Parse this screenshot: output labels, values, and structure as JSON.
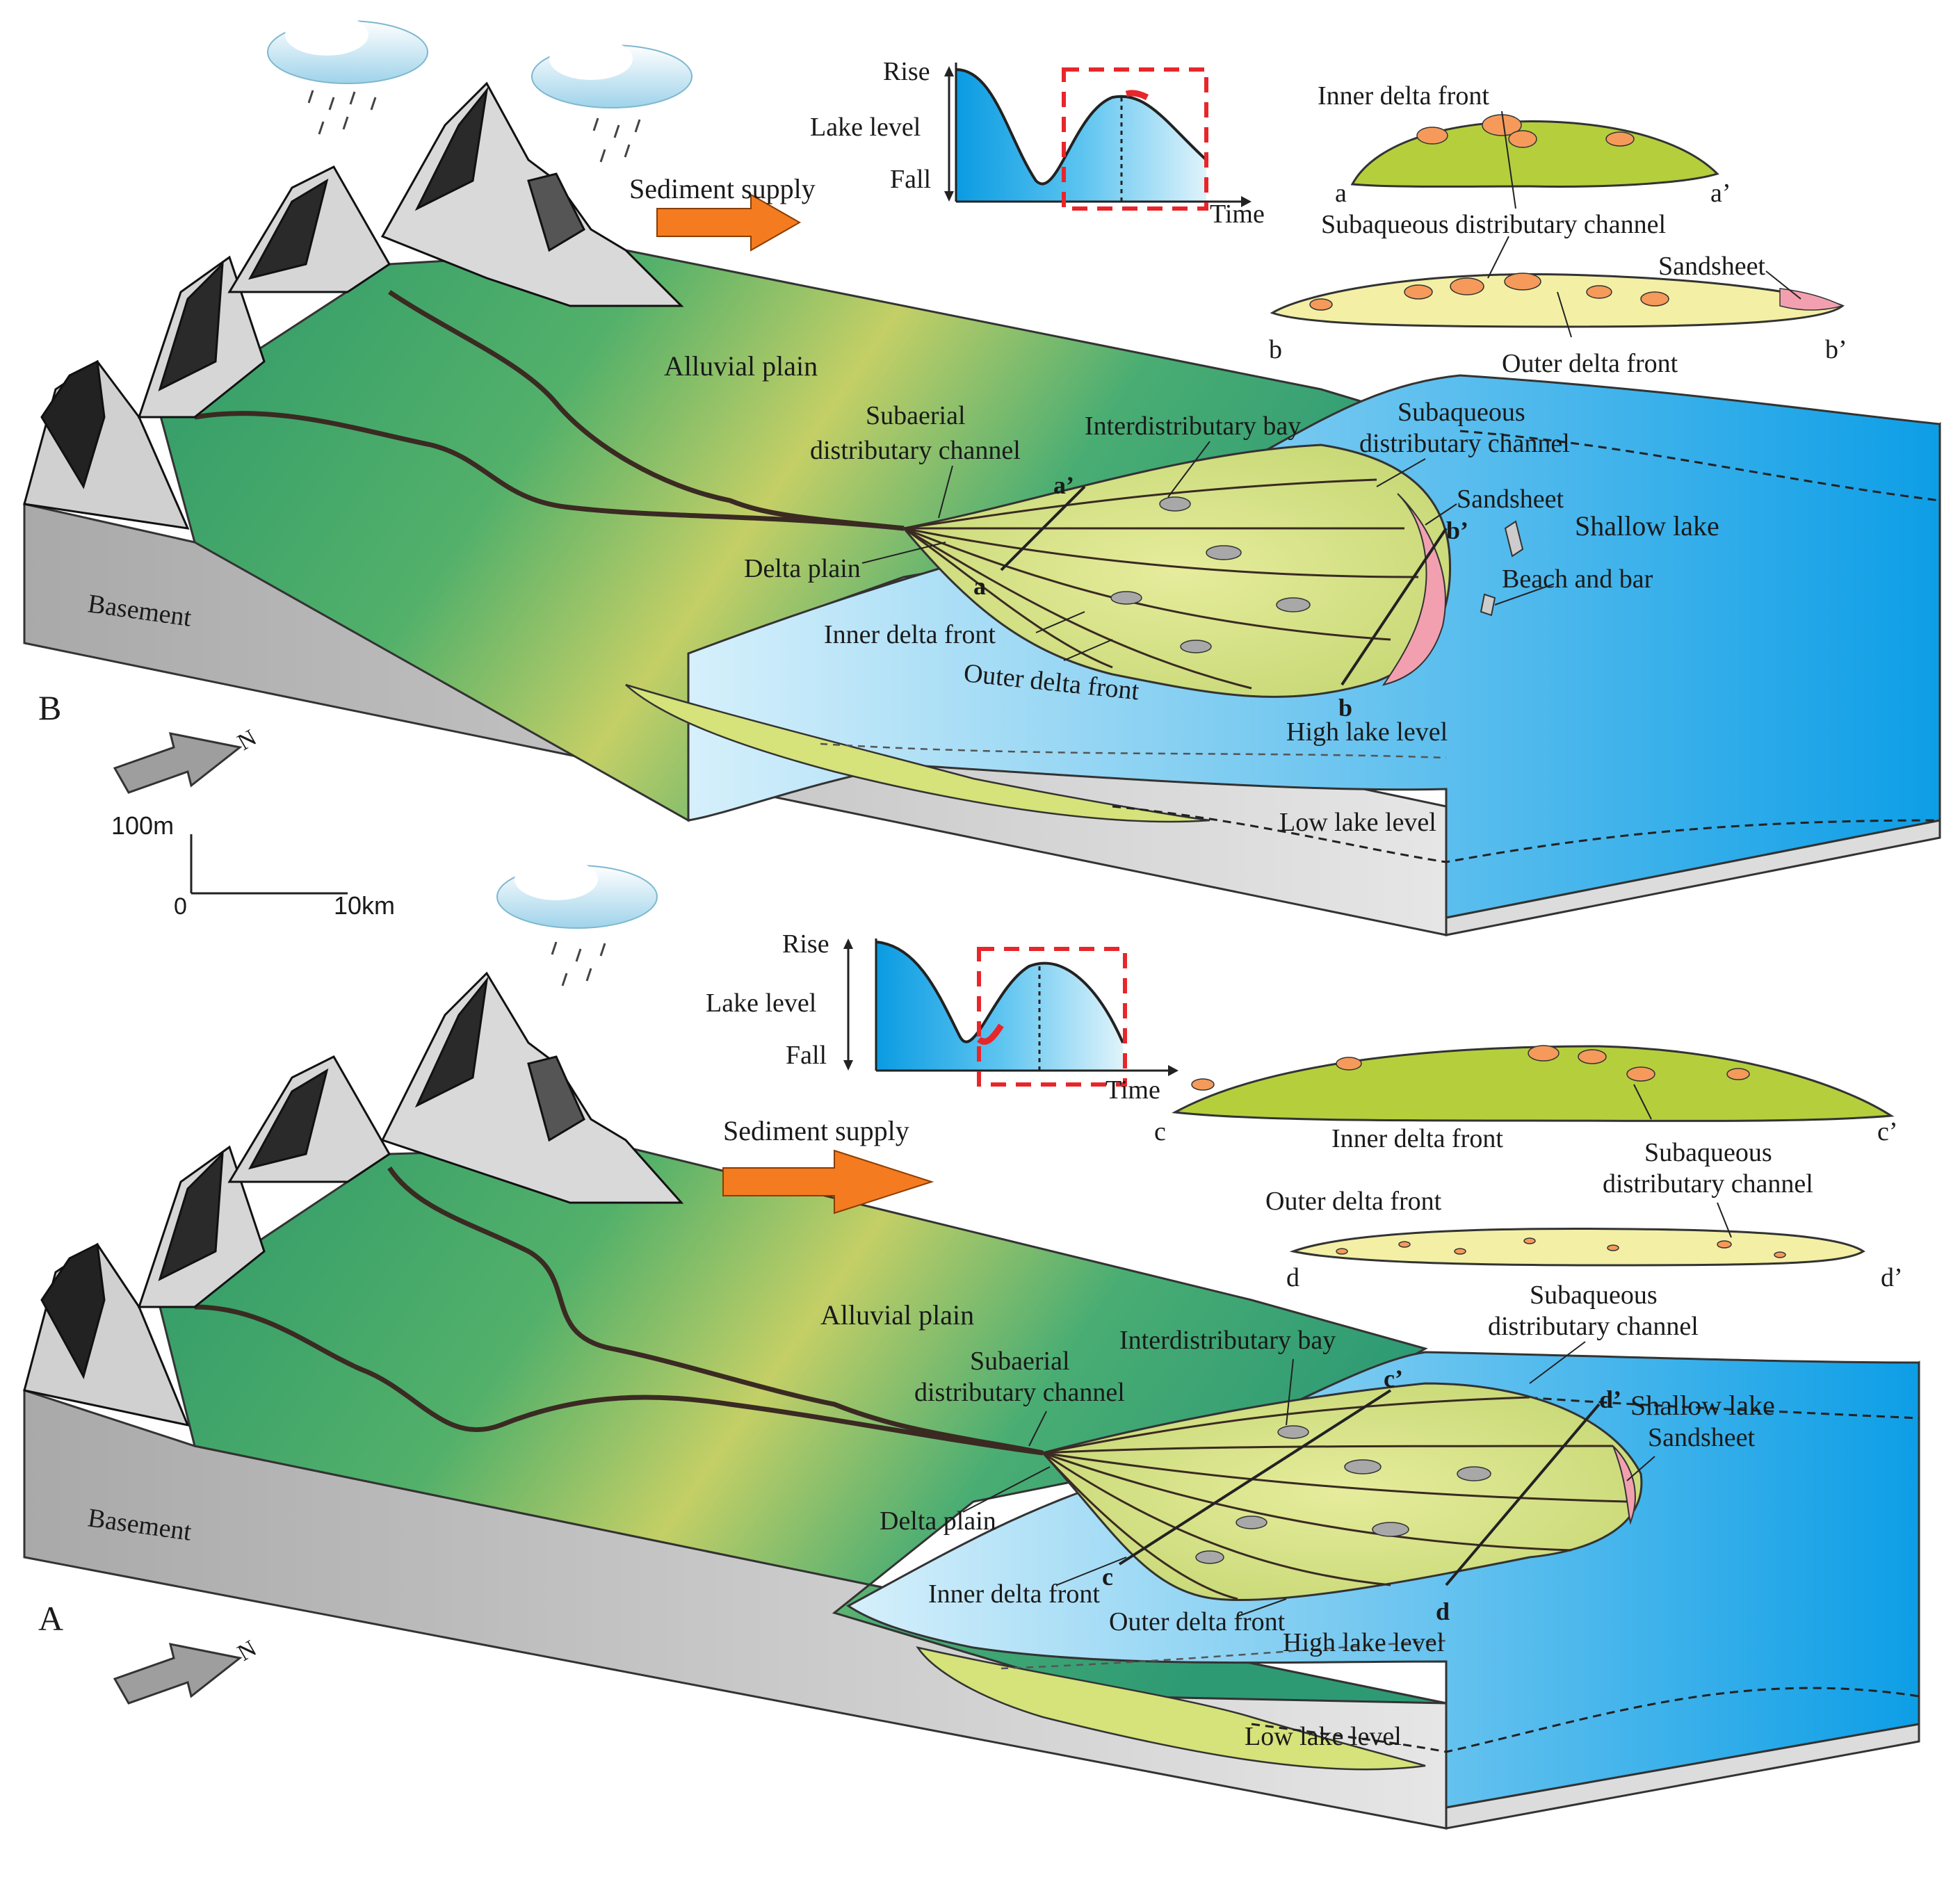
{
  "panel_b": {
    "panel_letter": "B",
    "lake_level_curve": {
      "rise": "Rise",
      "lake_level": "Lake level",
      "fall": "Fall",
      "time": "Time"
    },
    "sediment_supply": "Sediment supply",
    "labels": {
      "alluvial_plain": "Alluvial plain",
      "subaerial_channel_1": "Subaerial",
      "subaerial_channel_2": "distributary channel",
      "interdistributary_bay": "Interdistributary bay",
      "subaqueous_channel_1": "Subaqueous",
      "subaqueous_channel_2": "distributary channel",
      "sandsheet": "Sandsheet",
      "shallow_lake": "Shallow lake",
      "beach_and_bar": "Beach and bar",
      "delta_plain": "Delta plain",
      "inner_delta_front": "Inner delta front",
      "outer_delta_front": "Outer delta front",
      "high_lake_level": "High lake level",
      "low_lake_level": "Low lake level",
      "basement": "Basement",
      "point_a": "a",
      "point_a_prime": "a’",
      "point_b": "b",
      "point_b_prime": "b’"
    },
    "section_aa": {
      "title": "Inner delta front",
      "left": "a",
      "right": "a’",
      "channel": "Subaqueous distributary channel"
    },
    "section_bb": {
      "sandsheet": "Sandsheet",
      "left": "b",
      "right": "b’",
      "outer": "Outer delta front"
    }
  },
  "scale_bar": {
    "vertical": "100m",
    "origin": "0",
    "horizontal": "10km"
  },
  "north": "N",
  "panel_a": {
    "panel_letter": "A",
    "lake_level_curve": {
      "rise": "Rise",
      "lake_level": "Lake level",
      "fall": "Fall",
      "time": "Time"
    },
    "sediment_supply": "Sediment supply",
    "labels": {
      "alluvial_plain": "Alluvial plain",
      "subaerial_channel_1": "Subaerial",
      "subaerial_channel_2": "distributary channel",
      "interdistributary_bay": "Interdistributary bay",
      "subaqueous_channel_1": "Subaqueous",
      "subaqueous_channel_2": "distributary channel",
      "shallow_lake": "Shallow lake",
      "sandsheet": "Sandsheet",
      "delta_plain": "Delta plain",
      "inner_delta_front": "Inner delta front",
      "outer_delta_front": "Outer delta front",
      "high_lake_level": "High lake level",
      "low_lake_level": "Low lake level",
      "basement": "Basement",
      "point_c": "c",
      "point_c_prime": "c’",
      "point_d": "d",
      "point_d_prime": "d’"
    },
    "section_cc": {
      "left": "c",
      "right": "c’",
      "inner": "Inner delta front",
      "channel_1": "Subaqueous",
      "channel_2": "distributary channel"
    },
    "section_dd": {
      "outer": "Outer delta front",
      "left": "d",
      "right": "d’"
    }
  },
  "colors": {
    "lake_blue": "#1aa3e6",
    "lake_light": "#bfe8f8",
    "plain_green": "#3aa86a",
    "plain_yellow": "#c9d46a",
    "delta_yellow": "#dbe79a",
    "inner_front_green": "#b9d23a",
    "outer_front_yellow": "#f3f0a6",
    "sandsheet_pink": "#f2a0b0",
    "arrow_orange": "#f47b20",
    "basement_gray": "#c8c8c8",
    "dashed_red": "#e8262a"
  }
}
